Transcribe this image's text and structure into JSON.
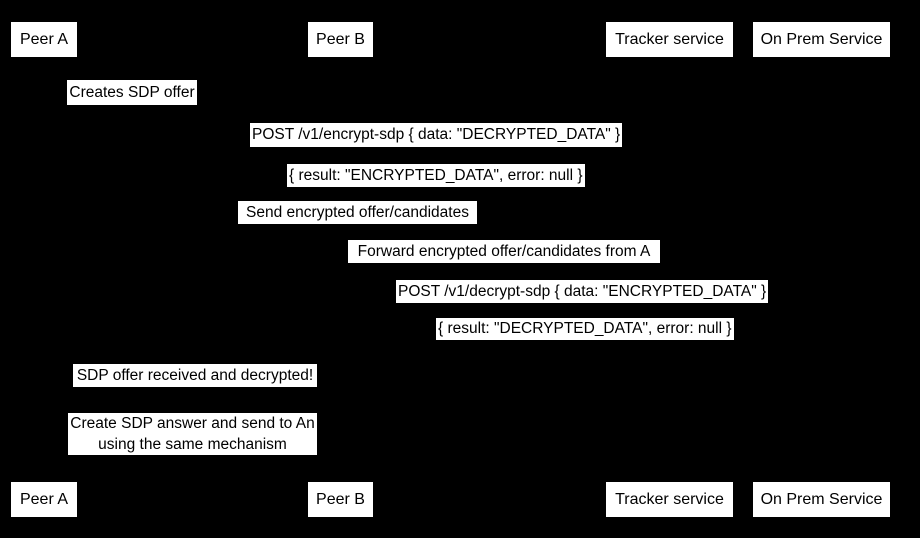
{
  "diagram": {
    "type": "sequence-diagram",
    "background_color": "#000000",
    "label_background_color": "#ffffff",
    "label_text_color": "#000000"
  },
  "participants": [
    {
      "label": "Peer A"
    },
    {
      "label": "Peer B"
    },
    {
      "label": "Tracker service"
    },
    {
      "label": "On Prem Service"
    }
  ],
  "messages": [
    {
      "text": "Creates SDP offer"
    },
    {
      "text": "POST /v1/encrypt-sdp { data: \"DECRYPTED_DATA\" }"
    },
    {
      "text": "{ result: \"ENCRYPTED_DATA\", error: null }"
    },
    {
      "text": "Send encrypted offer/candidates"
    },
    {
      "text": "Forward encrypted offer/candidates from A"
    },
    {
      "text": "POST /v1/decrypt-sdp { data: \"ENCRYPTED_DATA\" }"
    },
    {
      "text": "{ result: \"DECRYPTED_DATA\", error: null }"
    },
    {
      "text": "SDP offer received and decrypted!"
    }
  ],
  "note": {
    "line1": "Create SDP answer and send to An",
    "line2": "using the same mechanism"
  }
}
